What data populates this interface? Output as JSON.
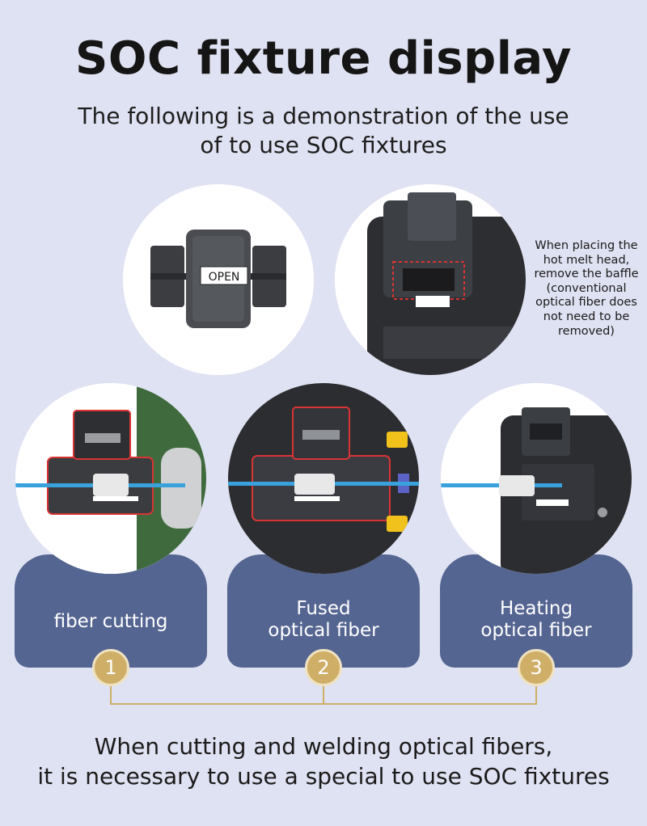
{
  "header": {
    "title": "SOC fixture display",
    "subtitle_line1": "The following is a demonstration of the use",
    "subtitle_line2": "of to use SOC fixtures"
  },
  "fixture": {
    "open_label": "OPEN"
  },
  "note": {
    "lines": [
      "When placing the",
      "hot melt head,",
      "remove the baffle",
      "(conventional",
      "optical fiber does",
      "not need to be",
      "removed)"
    ]
  },
  "steps": [
    {
      "label_line1": "fiber cutting",
      "label_line2": "",
      "number": "1"
    },
    {
      "label_line1": "Fused",
      "label_line2": "optical fiber",
      "number": "2"
    },
    {
      "label_line1": "Heating",
      "label_line2": "optical fiber",
      "number": "3"
    }
  ],
  "footer": {
    "line1": "When cutting and welding optical fibers,",
    "line2": "it is necessary to use a special to use SOC fixtures"
  },
  "colors": {
    "background": "#dfe2f2",
    "card": "#546591",
    "badge": "#cfae67",
    "fiber": "#39a2dc",
    "highlight": "#d93434",
    "machine_green": "#3f6a3e"
  }
}
